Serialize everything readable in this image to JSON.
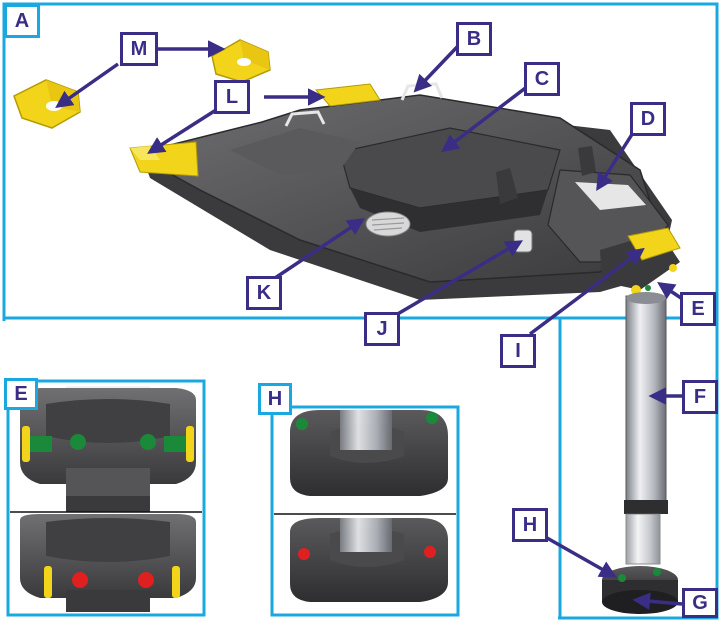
{
  "labels": {
    "A": "A",
    "B": "B",
    "C": "C",
    "D": "D",
    "E": "E",
    "F": "F",
    "G": "G",
    "H": "H",
    "I": "I",
    "J": "J",
    "K": "K",
    "L": "L",
    "M": "M"
  },
  "panels": {
    "E": "E",
    "H": "H"
  },
  "colors": {
    "frame": "#1aa8e0",
    "label_border": "#3a2d86",
    "arrow": "#3a2d86",
    "base_dark": "#4a4a4c",
    "base_mid": "#6a6a6c",
    "yellow": "#f4e01e",
    "green_indicator": "#1a8a3a",
    "red_indicator": "#e02020",
    "leg_silver": "#c8cbd0"
  },
  "icons": {
    "connector_tip": "yellow-isofix-guide-icon",
    "indicator_ok": "green-dot-icon",
    "indicator_fail": "red-dot-icon"
  }
}
